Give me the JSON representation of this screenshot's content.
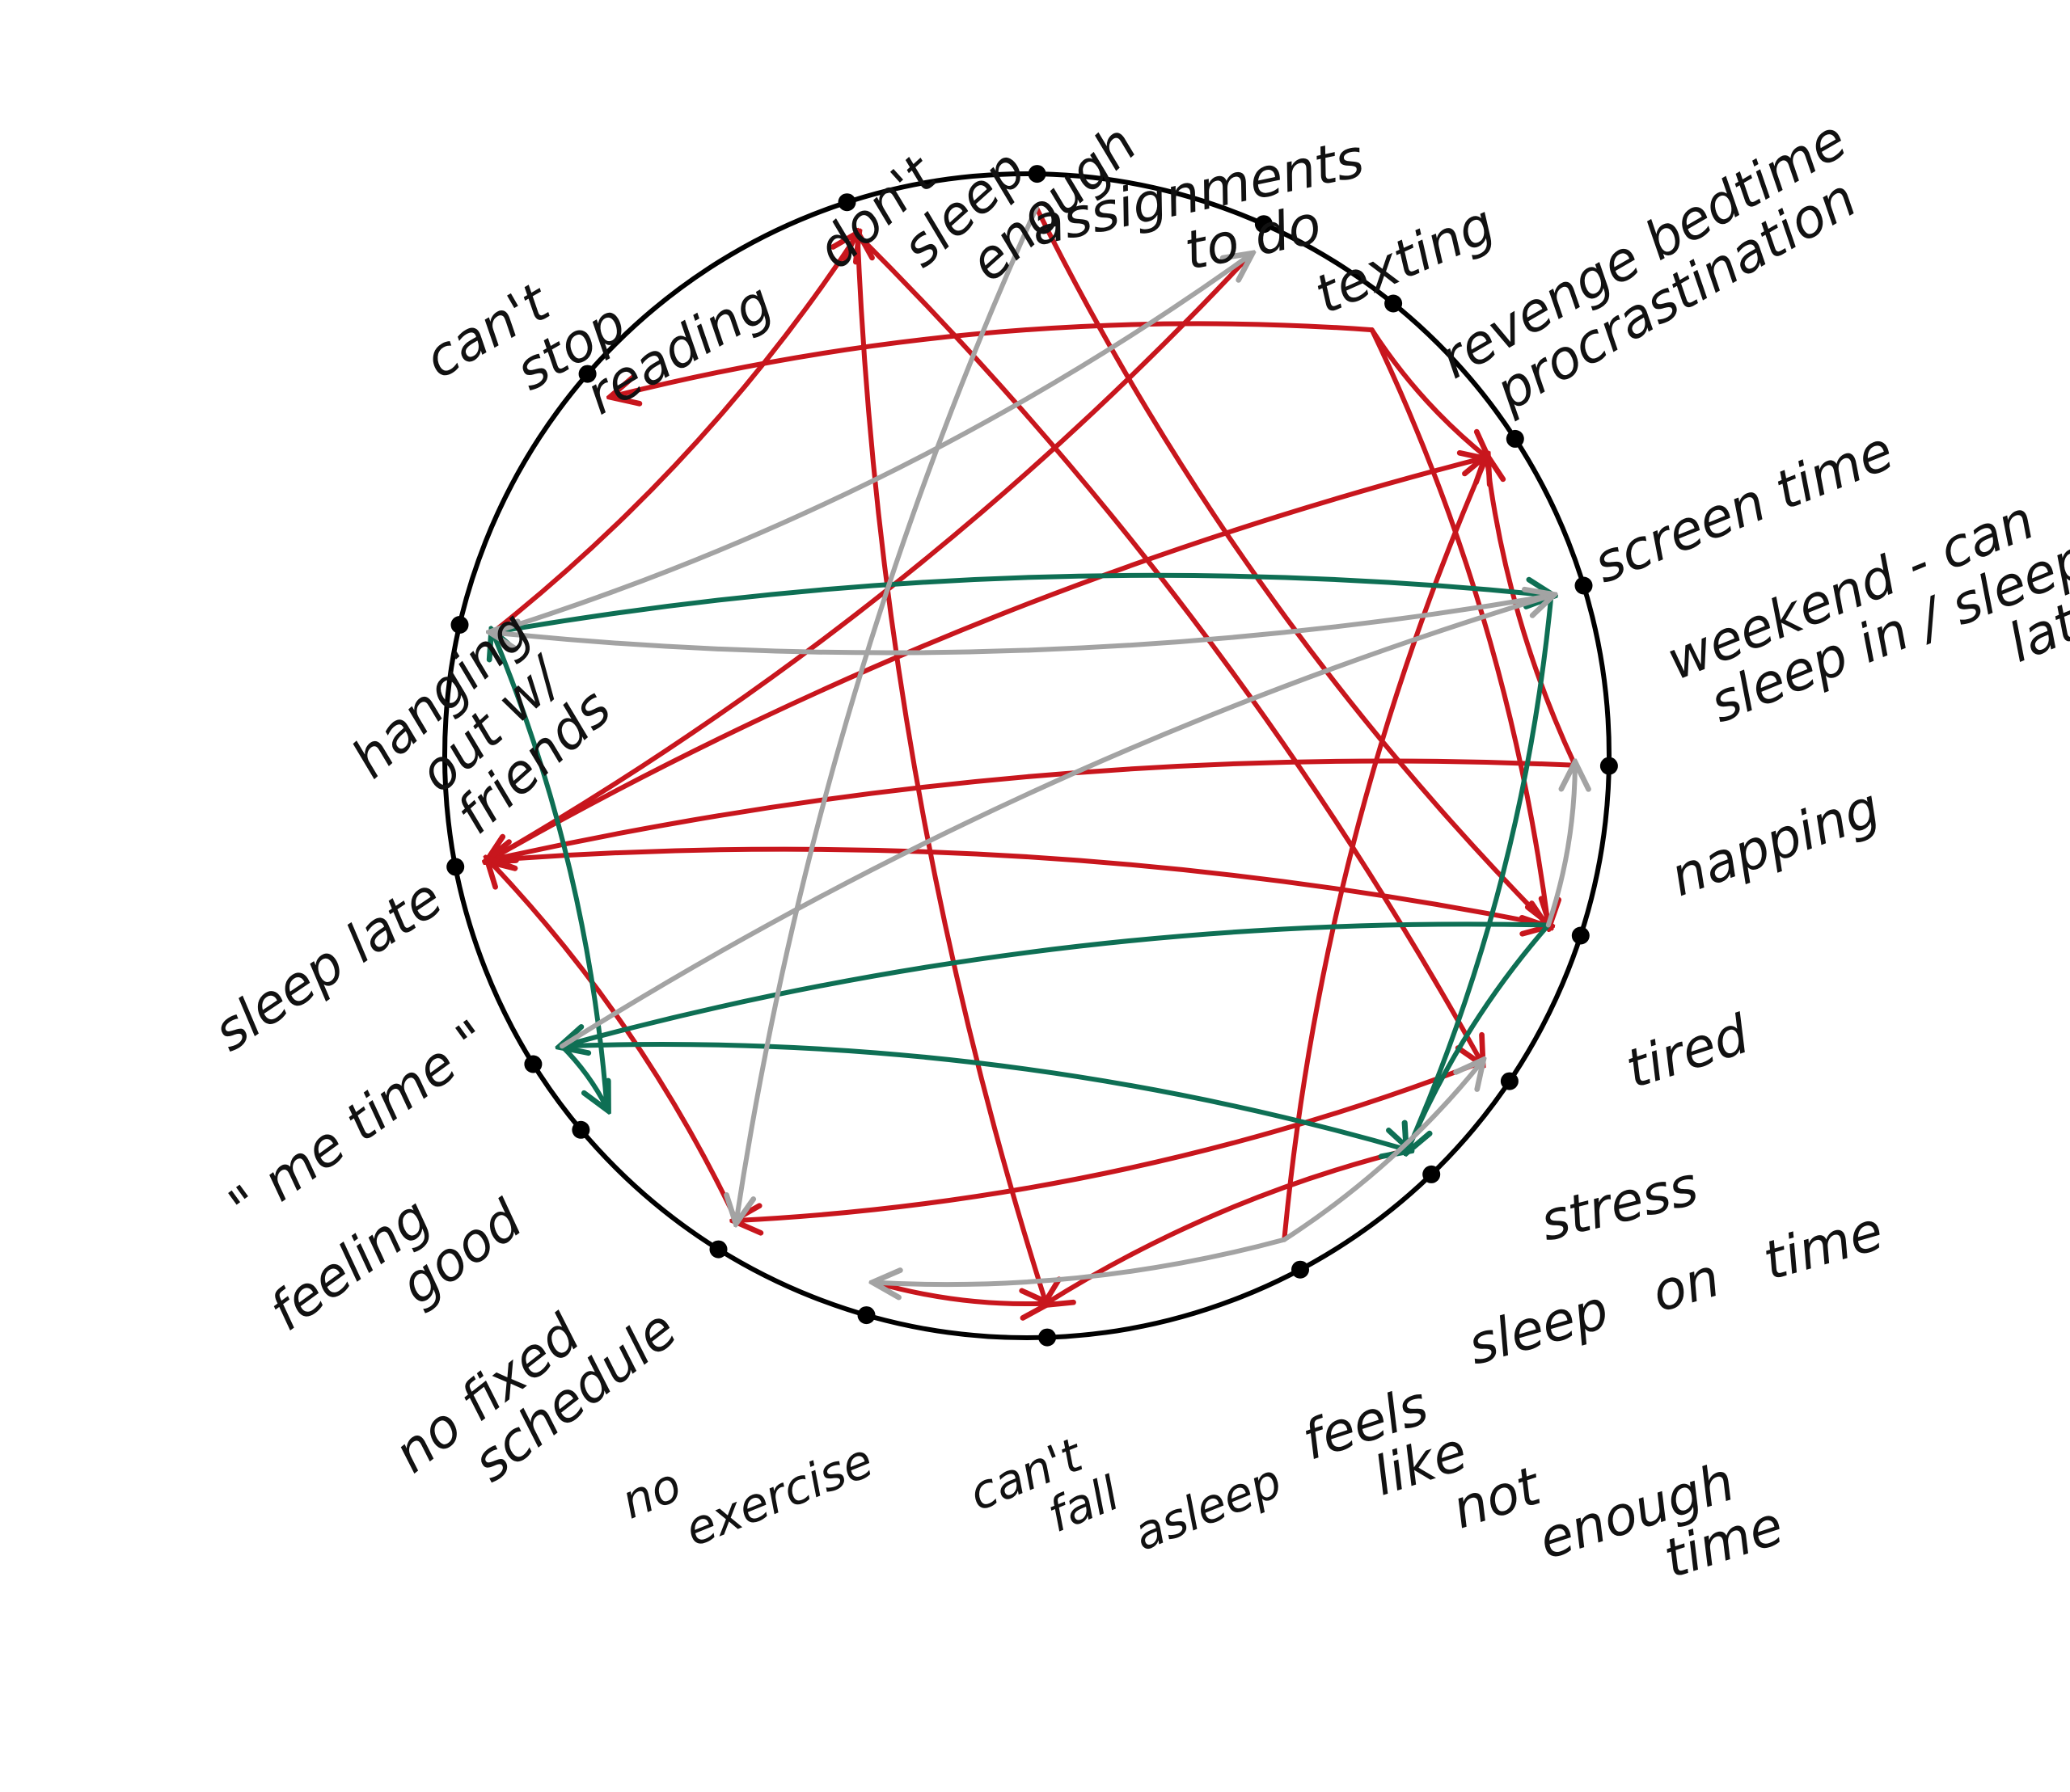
{
  "colors": {
    "ring": "#000000",
    "red": "#c8161d",
    "green": "#0e6f54",
    "gray": "#a3a3a3"
  },
  "nodes": [
    {
      "id": "assignments",
      "lines": [
        "assignments",
        "to do"
      ]
    },
    {
      "id": "texting",
      "lines": [
        "texting"
      ]
    },
    {
      "id": "revenge",
      "lines": [
        "revenge bedtime",
        "procrastination"
      ]
    },
    {
      "id": "screen_time",
      "lines": [
        "screen time"
      ]
    },
    {
      "id": "weekend",
      "lines": [
        "weekend - can",
        "sleep in / sleep",
        "late"
      ]
    },
    {
      "id": "napping",
      "lines": [
        "napping"
      ]
    },
    {
      "id": "tired",
      "lines": [
        "tired"
      ]
    },
    {
      "id": "stress",
      "lines": [
        "stress"
      ]
    },
    {
      "id": "sleep_on_time",
      "lines": [
        "sleep on time"
      ]
    },
    {
      "id": "feels_like",
      "lines": [
        "feels",
        "like",
        "not",
        "enough",
        "time"
      ]
    },
    {
      "id": "cant_fall",
      "lines": [
        "can't",
        "fall",
        "asleep"
      ]
    },
    {
      "id": "no_exercise",
      "lines": [
        "no",
        "exercise"
      ]
    },
    {
      "id": "no_fixed",
      "lines": [
        "no fixed",
        "schedule"
      ]
    },
    {
      "id": "feeling_good",
      "lines": [
        "feeling",
        "good"
      ]
    },
    {
      "id": "me_time",
      "lines": [
        "\" me time \""
      ]
    },
    {
      "id": "sleep_late",
      "lines": [
        "sleep late"
      ]
    },
    {
      "id": "hanging_out",
      "lines": [
        "hanging",
        "out w/",
        "friends"
      ]
    },
    {
      "id": "cant_stop",
      "lines": [
        "can't",
        "stop",
        "reading"
      ]
    },
    {
      "id": "dont_sleep",
      "lines": [
        "don't",
        "sleep",
        "enough"
      ]
    }
  ],
  "edges": [
    {
      "from": "revenge",
      "to": "cant_stop",
      "color": "red"
    },
    {
      "from": "dont_sleep",
      "to": "stress",
      "color": "red"
    },
    {
      "from": "assignments",
      "to": "tired",
      "color": "red"
    },
    {
      "from": "texting",
      "to": "sleep_late",
      "color": "red"
    },
    {
      "from": "revenge",
      "to": "screen_time",
      "color": "red"
    },
    {
      "from": "revenge",
      "to": "tired",
      "color": "red"
    },
    {
      "from": "screen_time",
      "to": "sleep_late",
      "color": "red"
    },
    {
      "from": "napping",
      "to": "screen_time",
      "color": "red"
    },
    {
      "from": "napping",
      "to": "sleep_late",
      "color": "red"
    },
    {
      "from": "sleep_late",
      "to": "tired",
      "color": "red"
    },
    {
      "from": "no_fixed",
      "to": "sleep_late",
      "color": "red"
    },
    {
      "from": "stress",
      "to": "no_fixed",
      "color": "red"
    },
    {
      "from": "hanging_out",
      "to": "dont_sleep",
      "color": "red"
    },
    {
      "from": "cant_fall",
      "to": "dont_sleep",
      "color": "red"
    },
    {
      "from": "no_exercise",
      "to": "cant_fall",
      "color": "red"
    },
    {
      "from": "feels_like",
      "to": "screen_time",
      "color": "red"
    },
    {
      "from": "sleep_on_time",
      "to": "cant_fall",
      "color": "red"
    },
    {
      "from": "hanging_out",
      "to": "weekend",
      "color": "green"
    },
    {
      "from": "feeling_good",
      "to": "hanging_out",
      "color": "green"
    },
    {
      "from": "weekend",
      "to": "sleep_on_time",
      "color": "green"
    },
    {
      "from": "tired",
      "to": "me_time",
      "color": "green"
    },
    {
      "from": "me_time",
      "to": "sleep_on_time",
      "color": "green"
    },
    {
      "from": "tired",
      "to": "sleep_on_time",
      "color": "green"
    },
    {
      "from": "me_time",
      "to": "feeling_good",
      "color": "green"
    },
    {
      "from": "hanging_out",
      "to": "texting",
      "color": "gray"
    },
    {
      "from": "weekend",
      "to": "hanging_out",
      "color": "gray"
    },
    {
      "from": "assignments",
      "to": "no_fixed",
      "color": "gray"
    },
    {
      "from": "me_time",
      "to": "weekend",
      "color": "gray"
    },
    {
      "from": "tired",
      "to": "napping",
      "color": "gray"
    },
    {
      "from": "feels_like",
      "to": "no_exercise",
      "color": "gray"
    },
    {
      "from": "feels_like",
      "to": "stress",
      "color": "gray"
    }
  ]
}
